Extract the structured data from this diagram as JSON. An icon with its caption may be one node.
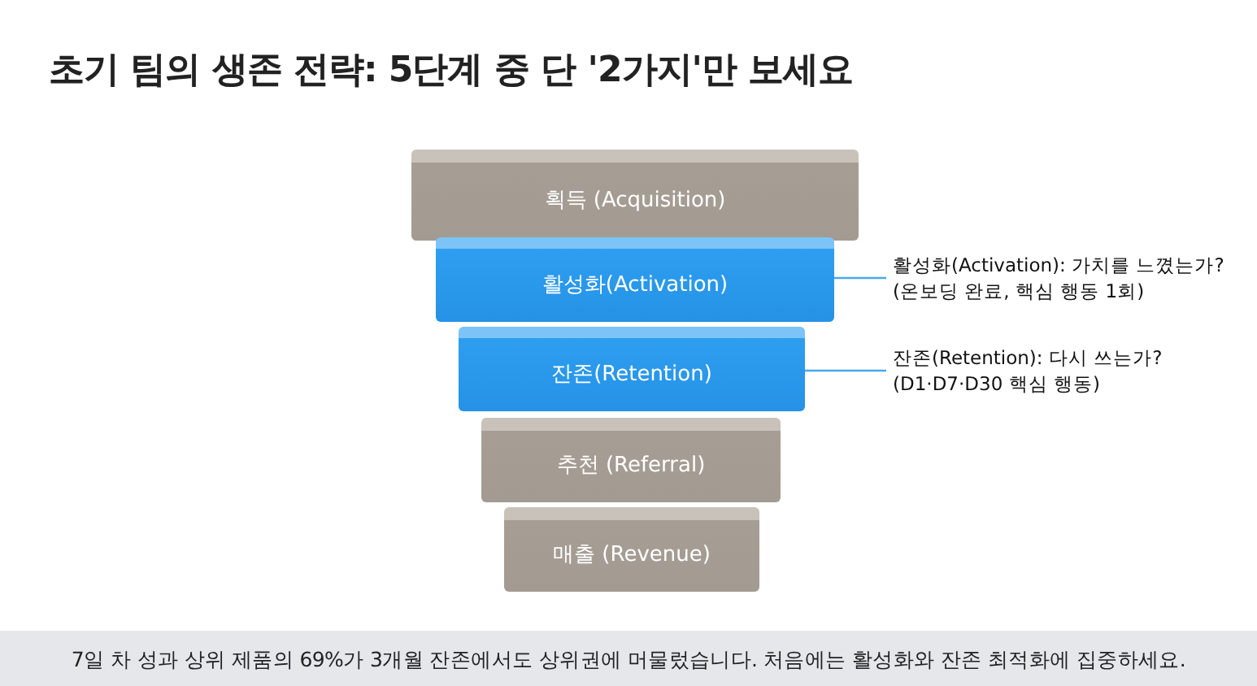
{
  "diagram": {
    "title": "초기 팀의 생존 전략: 5단계 중 단 '2가지'만 보세요",
    "caption": "7일 차 성과 상위 제품의 69%가 3개월 잔존에서도 상위권에 머물렀습니다. 처음에는 활성화와 잔존 최적화에 집중하세요.",
    "nodes": [
      {
        "text": [
          "획득 (Acquisition)"
        ]
      },
      {
        "text": [
          "활성화(Activation)"
        ]
      },
      {
        "text": [
          "잔존(Retention)"
        ]
      },
      {
        "text": [
          "추천 (Referral)"
        ]
      },
      {
        "text": [
          "매출 (Revenue)"
        ]
      },
      {
        "text": [
          "활성화(Activation): 가치를 느꼈는가?",
          "(온보딩 완료, 핵심 행동 1회)"
        ]
      },
      {
        "text": [
          "잔존(Retention): 다시 쓰는가?",
          "(D1·D7·D30 핵심 행동)"
        ]
      }
    ],
    "edges": [
      {
        "from": 1,
        "to": 5,
        "arrow": "none"
      },
      {
        "from": 2,
        "to": 6,
        "arrow": "none"
      }
    ]
  }
}
